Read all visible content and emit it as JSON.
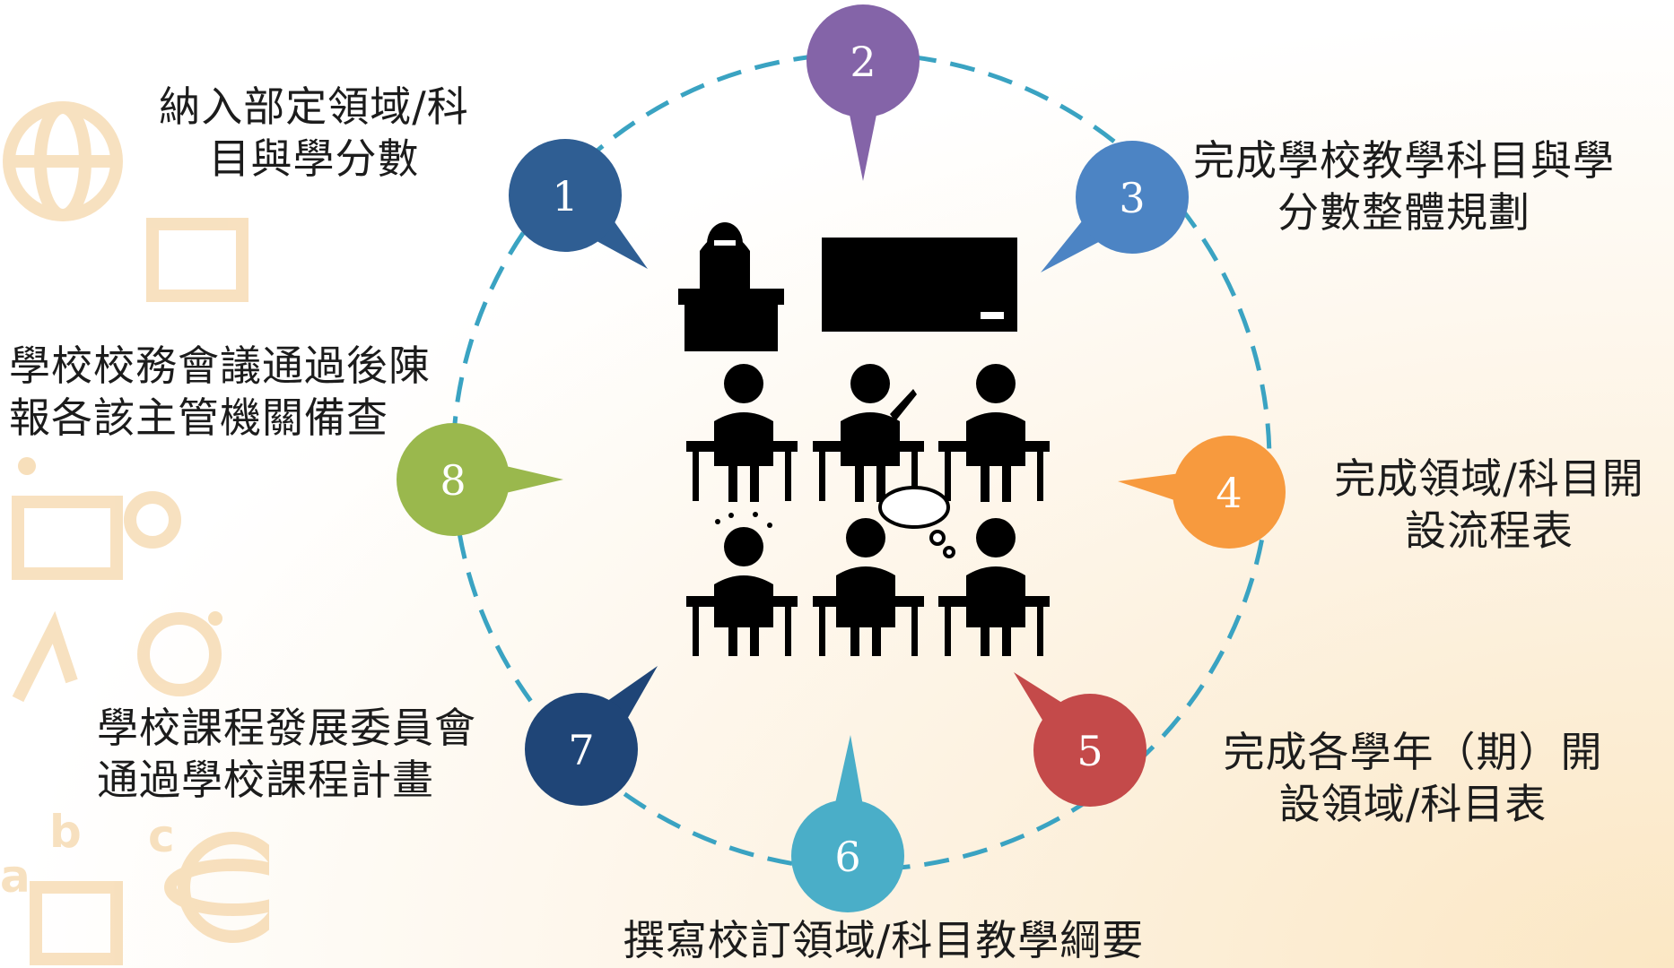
{
  "colors": {
    "ring": "#3aa3c2",
    "step1": "#2f5e93",
    "step2": "#8464a8",
    "step3": "#4c84c4",
    "step4": "#f79a3e",
    "step5": "#c44a4a",
    "step6": "#4aaec8",
    "step7": "#1f4577",
    "step8": "#9ab84d"
  },
  "steps": [
    {
      "number": "1",
      "lines": [
        "納入部定領域/科",
        "目與學分數"
      ]
    },
    {
      "number": "2",
      "lines": []
    },
    {
      "number": "3",
      "lines": [
        "完成學校教學科目與學",
        "分數整體規劃"
      ]
    },
    {
      "number": "4",
      "lines": [
        "完成領域/科目開",
        "設流程表"
      ]
    },
    {
      "number": "5",
      "lines": [
        "完成各學年（期）開",
        "設領域/科目表"
      ]
    },
    {
      "number": "6",
      "lines": [
        "撰寫校訂領域/科目教學綱要"
      ]
    },
    {
      "number": "7",
      "lines": [
        "學校課程發展委員會",
        "通過學校課程計畫"
      ]
    },
    {
      "number": "8",
      "lines": [
        "學校校務會議通過後陳",
        "報各該主管機關備查"
      ]
    }
  ],
  "decor_letters": [
    "a",
    "b",
    "c"
  ]
}
